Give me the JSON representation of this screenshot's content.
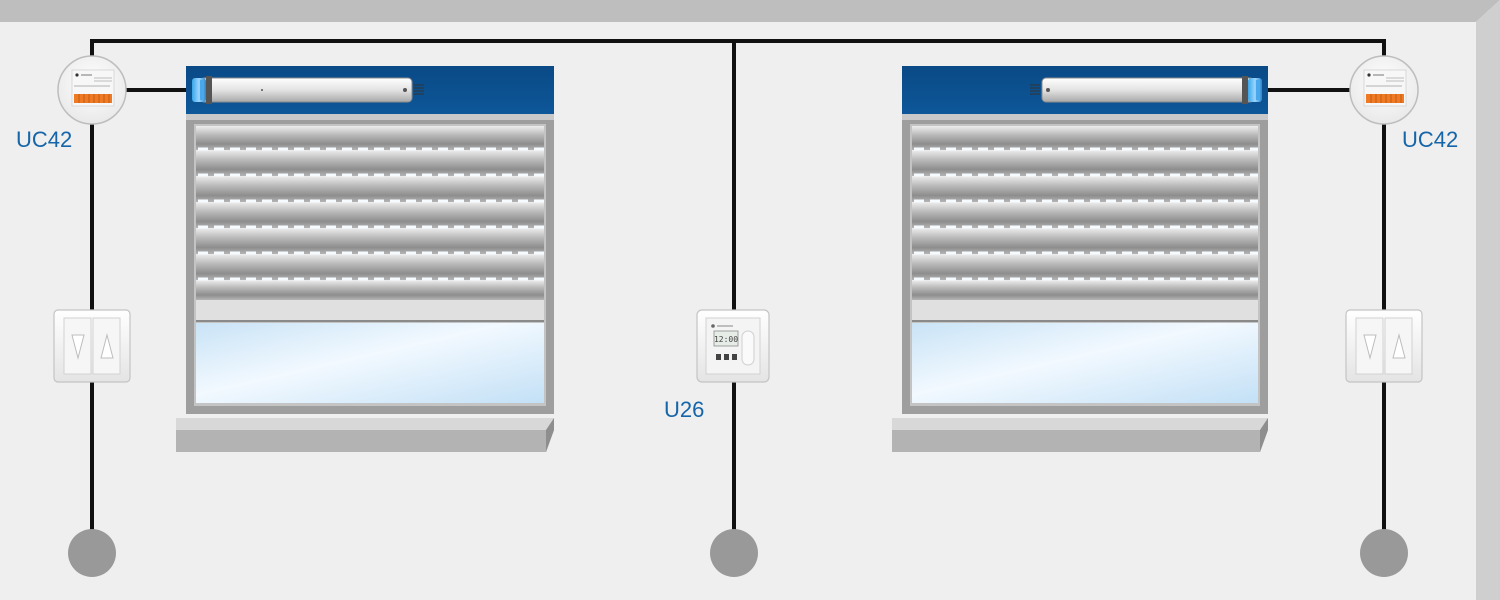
{
  "labels": {
    "controller_left": "UC42",
    "controller_right": "UC42",
    "timer": "U26"
  },
  "timer_display": "12:00",
  "icons": {
    "switch_down": "triangle-down-icon",
    "switch_up": "triangle-up-icon",
    "supply": "grey-circle-icon"
  },
  "colors": {
    "wall": "#efefef",
    "wall_top": "#bebebe",
    "wall_side": "#cfcfcf",
    "wire": "#111111",
    "shutter_box": "#0b4f8f",
    "label": "#1565a8",
    "terminal": "#f07a24",
    "glass": "#d6ebfa",
    "supply": "#999999"
  }
}
